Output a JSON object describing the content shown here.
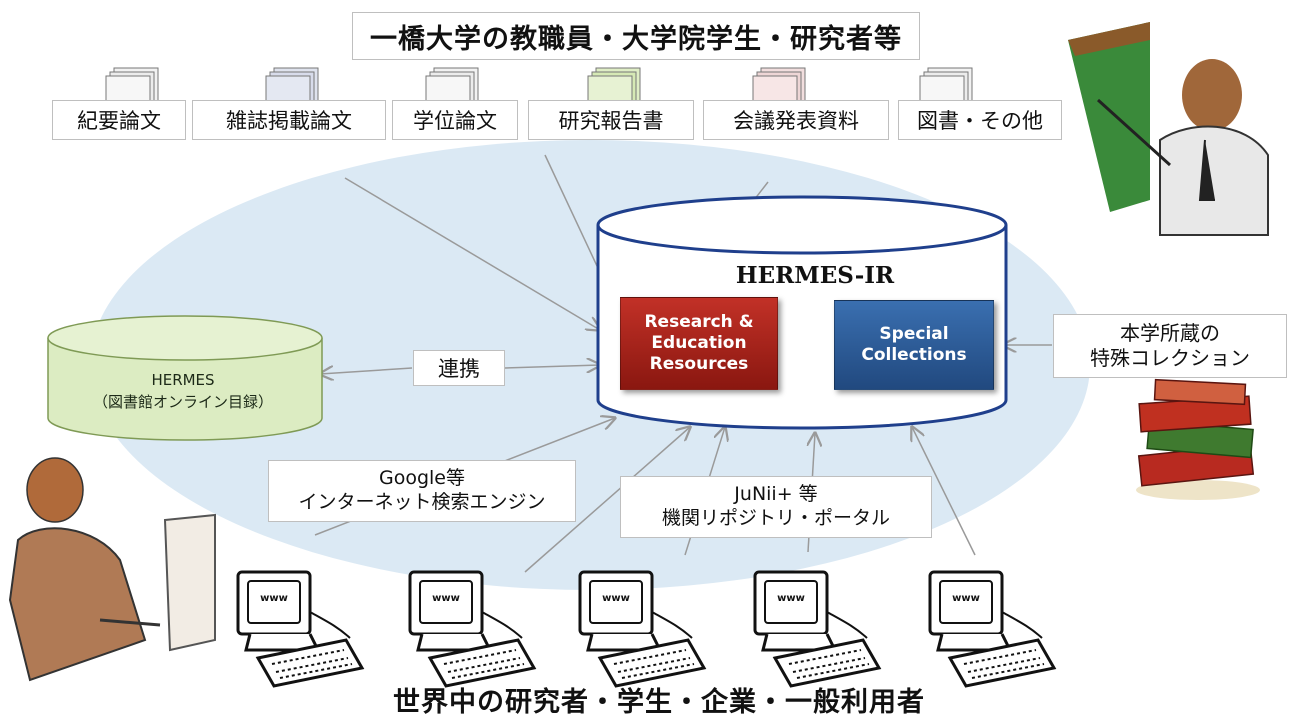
{
  "title_top": "一橋大学の教職員・大学院学生・研究者等",
  "title_bottom": "世界中の研究者・学生・企業・一般利用者",
  "doc_types": [
    "紀要論文",
    "雑誌掲載論文",
    "学位論文",
    "研究報告書",
    "会議発表資料",
    "図書・その他"
  ],
  "repository": {
    "name": "HERMES-IR",
    "collections": [
      {
        "label": "Research & Education Resources",
        "color": "#a0201a"
      },
      {
        "label": "Special Collections",
        "color": "#2a5a9a"
      }
    ]
  },
  "catalog": {
    "name": "HERMES",
    "subtitle": "（図書館オンライン目録）"
  },
  "link_label": "連携",
  "special_source": {
    "line1": "本学所蔵の",
    "line2": "特殊コレクション"
  },
  "search_engine": {
    "line1": "Google等",
    "line2": "インターネット検索エンジン"
  },
  "portal": {
    "line1": "JuNii+ 等",
    "line2": "機関リポジトリ・ポータル"
  },
  "computer_screen_text": "www",
  "colors": {
    "ellipse": "#dbe9f4",
    "catalog_fill": "#dcecc2",
    "catalog_stroke": "#7f9a55",
    "repo_stroke": "#1f3f8c",
    "arrow": "#9a9a9a"
  }
}
